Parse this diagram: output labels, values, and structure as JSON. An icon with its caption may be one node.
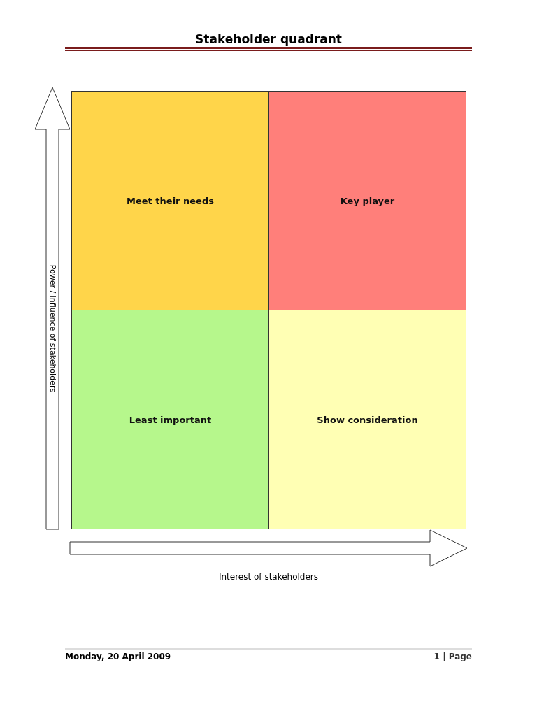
{
  "diagram": {
    "title": "Stakeholder quadrant",
    "nodes": [
      {
        "text": [
          "Meet their needs"
        ]
      },
      {
        "text": [
          "Key player"
        ]
      },
      {
        "text": [
          "Least important"
        ]
      },
      {
        "text": [
          "Show consideration"
        ]
      }
    ],
    "edges": [],
    "labels": [
      "Power / influence of stakeholders",
      "Interest of stakeholders",
      "Monday, 20 April 2009",
      "1 | Page"
    ]
  }
}
